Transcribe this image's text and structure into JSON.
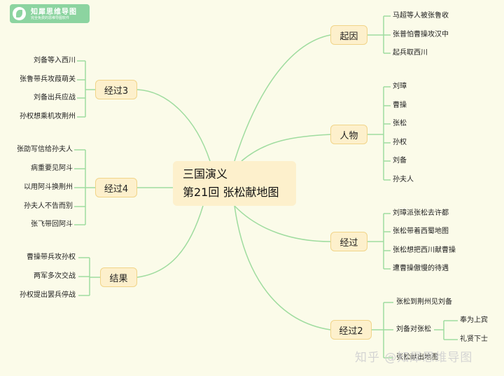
{
  "logo": {
    "name": "知犀思维导图",
    "slogan": "完全免费的思维导图软件"
  },
  "center": {
    "line1": "三国演义",
    "line2": "第21回 张松献地图"
  },
  "branches": {
    "qiyin": {
      "label": "起因",
      "leaves": [
        "马超等人被张鲁收",
        "张普怕曹操攻汉中",
        "起兵取西川"
      ]
    },
    "renwu": {
      "label": "人物",
      "leaves": [
        "刘璋",
        "曹操",
        "张松",
        "孙权",
        "刘备",
        "孙夫人"
      ]
    },
    "jingguo": {
      "label": "经过",
      "leaves": [
        "刘璋派张松去许都",
        "张松带着西蜀地图",
        "张松想把西川献曹操",
        "遭曹操傲慢的待遇"
      ]
    },
    "jingguo2": {
      "label": "经过2",
      "leaves": [
        "张松到荆州见刘备",
        "刘备对张松",
        "张松献出地图"
      ],
      "sub_leaves": [
        "奉为上宾",
        "礼贤下士"
      ]
    },
    "jingguo3": {
      "label": "经过3",
      "leaves": [
        "刘备等入西川",
        "张鲁带兵攻葭萌关",
        "刘备出兵应战",
        "孙权想乘机攻荆州"
      ]
    },
    "jingguo4": {
      "label": "经过4",
      "leaves": [
        "张劭写信给孙夫人",
        "病重要见阿斗",
        "以用阿斗换荆州",
        "孙夫人不告而别",
        "张飞带回阿斗"
      ]
    },
    "jieguo": {
      "label": "结果",
      "leaves": [
        "曹操带兵攻孙权",
        "两军多次交战",
        "孙权提出罢兵停战"
      ]
    }
  },
  "watermark": "知乎 @知犀思维导图",
  "colors": {
    "background": "#fbfbe9",
    "line": "#9fdc9f",
    "node_fill": "#fdf0cc",
    "node_border": "#f1d489",
    "logo": "#8cd4a0"
  }
}
